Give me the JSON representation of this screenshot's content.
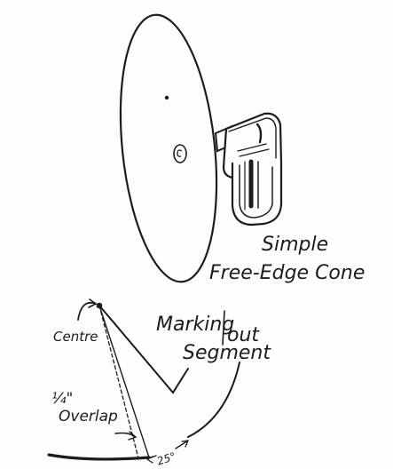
{
  "figure": {
    "caption_line1": "Simple",
    "caption_line2": "Free-Edge Cone",
    "marking_line1a": "Marking",
    "marking_line1b": "out",
    "marking_line2": "Segment",
    "centre_label": "Centre",
    "overlap_fraction": "¼\"",
    "overlap_label": "Overlap",
    "angle_label": "25°",
    "ink_color": "#1c1c1c",
    "paper_color": "#fdfdfb"
  }
}
